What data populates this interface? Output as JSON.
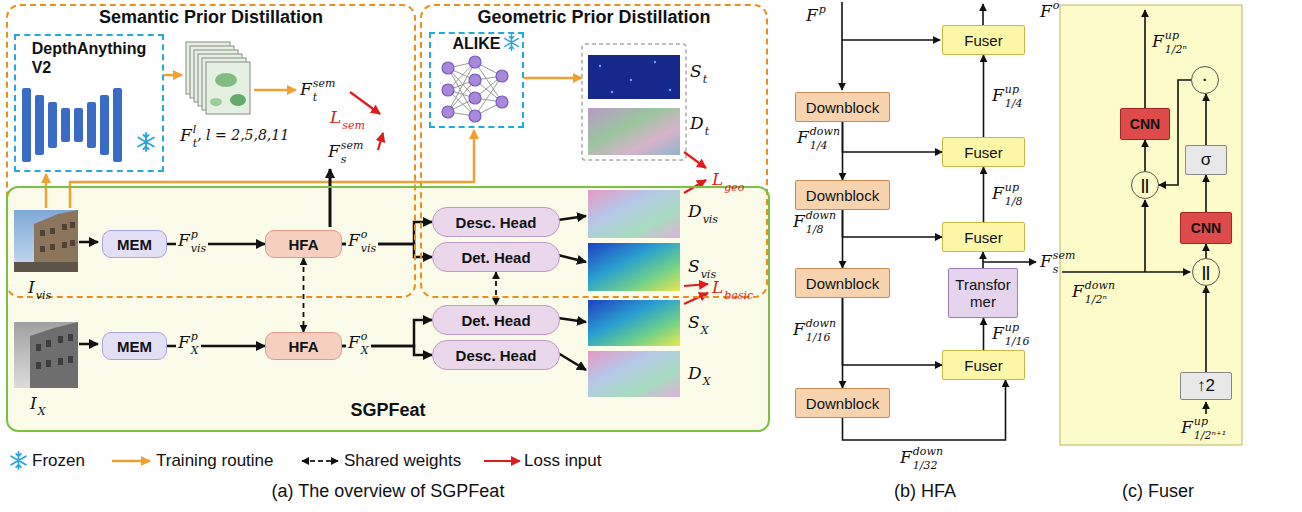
{
  "diagram": {
    "nodes": [
      {
        "text": [
          "Semantic Prior Distillation"
        ]
      },
      {
        "text": [
          "DepthAnything V2"
        ],
        "in": 0
      },
      {
        "text": [
          "Geometric Prior Distillation"
        ]
      },
      {
        "text": [
          "ALIKE"
        ],
        "in": 2
      },
      {
        "text": [
          "SGPFeat"
        ]
      },
      {
        "text": [
          "MEM"
        ],
        "in": 4
      },
      {
        "text": [
          "HFA"
        ],
        "in": 4
      },
      {
        "text": [
          "Desc. Head"
        ],
        "in": 4
      },
      {
        "text": [
          "Det. Head"
        ],
        "in": 4
      },
      {
        "text": [
          "MEM"
        ],
        "in": 4
      },
      {
        "text": [
          "HFA"
        ],
        "in": 4
      },
      {
        "text": [
          "Det. Head"
        ],
        "in": 4
      },
      {
        "text": [
          "Desc. Head"
        ],
        "in": 4
      },
      {
        "text": [
          "Downblock"
        ]
      },
      {
        "text": [
          "Downblock"
        ]
      },
      {
        "text": [
          "Downblock"
        ]
      },
      {
        "text": [
          "Downblock"
        ]
      },
      {
        "text": [
          "Fuser"
        ]
      },
      {
        "text": [
          "Fuser"
        ]
      },
      {
        "text": [
          "Fuser"
        ]
      },
      {
        "text": [
          "Transformer"
        ]
      },
      {
        "text": [
          "Fuser"
        ]
      },
      {
        "text": [
          "CNN"
        ]
      },
      {
        "text": [
          "CNN"
        ]
      },
      {
        "text": [
          "σ"
        ]
      },
      {
        "text": [
          "↑2"
        ]
      },
      {
        "text": [
          "||"
        ]
      },
      {
        "text": [
          "||"
        ]
      },
      {
        "text": [
          "·"
        ]
      }
    ],
    "edges": [
      {
        "from": 5,
        "to": 6,
        "arrow": "to"
      },
      {
        "from": 6,
        "to": 7,
        "arrow": "to"
      },
      {
        "from": 6,
        "to": 8,
        "arrow": "to"
      },
      {
        "from": 6,
        "to": 10,
        "arrow": "both"
      },
      {
        "from": 8,
        "to": 11,
        "arrow": "both"
      },
      {
        "from": 9,
        "to": 10,
        "arrow": "to"
      },
      {
        "from": 10,
        "to": 11,
        "arrow": "to"
      },
      {
        "from": 10,
        "to": 12,
        "arrow": "to"
      },
      {
        "from": 13,
        "to": 14,
        "arrow": "to"
      },
      {
        "from": 14,
        "to": 15,
        "arrow": "to"
      },
      {
        "from": 15,
        "to": 16,
        "arrow": "to"
      },
      {
        "from": 13,
        "to": 18,
        "arrow": "to"
      },
      {
        "from": 14,
        "to": 19,
        "arrow": "to"
      },
      {
        "from": 15,
        "to": 21,
        "arrow": "to"
      },
      {
        "from": 16,
        "to": 21,
        "arrow": "to"
      },
      {
        "from": 21,
        "to": 20,
        "arrow": "to"
      },
      {
        "from": 20,
        "to": 19,
        "arrow": "to"
      },
      {
        "from": 19,
        "to": 18,
        "arrow": "to"
      },
      {
        "from": 18,
        "to": 17,
        "arrow": "to"
      },
      {
        "from": 25,
        "to": 27,
        "arrow": "to"
      },
      {
        "from": 27,
        "to": 23,
        "arrow": "to"
      },
      {
        "from": 23,
        "to": 24,
        "arrow": "to"
      },
      {
        "from": 24,
        "to": 28,
        "arrow": "to"
      },
      {
        "from": 28,
        "to": 26,
        "arrow": "to"
      },
      {
        "from": 26,
        "to": 22,
        "arrow": "to"
      }
    ],
    "labels": [
      "F",
      "t",
      "l",
      ", l = 2,5,8,11",
      "F",
      "t",
      "sem",
      "L",
      "sem",
      "F",
      "s",
      "sem",
      "S",
      "t",
      "D",
      "t",
      "L",
      "geo",
      "I",
      "vis",
      "F",
      "vis",
      "p",
      "F",
      "vis",
      "o",
      "D",
      "vis",
      "S",
      "vis",
      "L",
      "basic",
      "I",
      "X",
      "F",
      "X",
      "p",
      "F",
      "X",
      "o",
      "S",
      "X",
      "D",
      "X",
      "(a) The overview of SGPFeat",
      "F",
      "p",
      "F",
      "o",
      "F",
      "1/4",
      "down",
      "F",
      "1/4",
      "up",
      "F",
      "1/8",
      "down",
      "F",
      "1/8",
      "up",
      "F",
      "s",
      "sem",
      "F",
      "1/16",
      "up",
      "F",
      "1/16",
      "down",
      "F",
      "1/32",
      "down",
      "(b) HFA",
      "F",
      "1/2ⁿ",
      "up",
      "F",
      "1/2ⁿ",
      "down",
      "F",
      "1/2ⁿ⁺¹",
      "up",
      "(c) Fuser"
    ],
    "legend": [
      {
        "text": "Frozen"
      },
      {
        "text": "Training routine"
      },
      {
        "text": "Shared weights"
      },
      {
        "text": "Loss input"
      }
    ]
  }
}
